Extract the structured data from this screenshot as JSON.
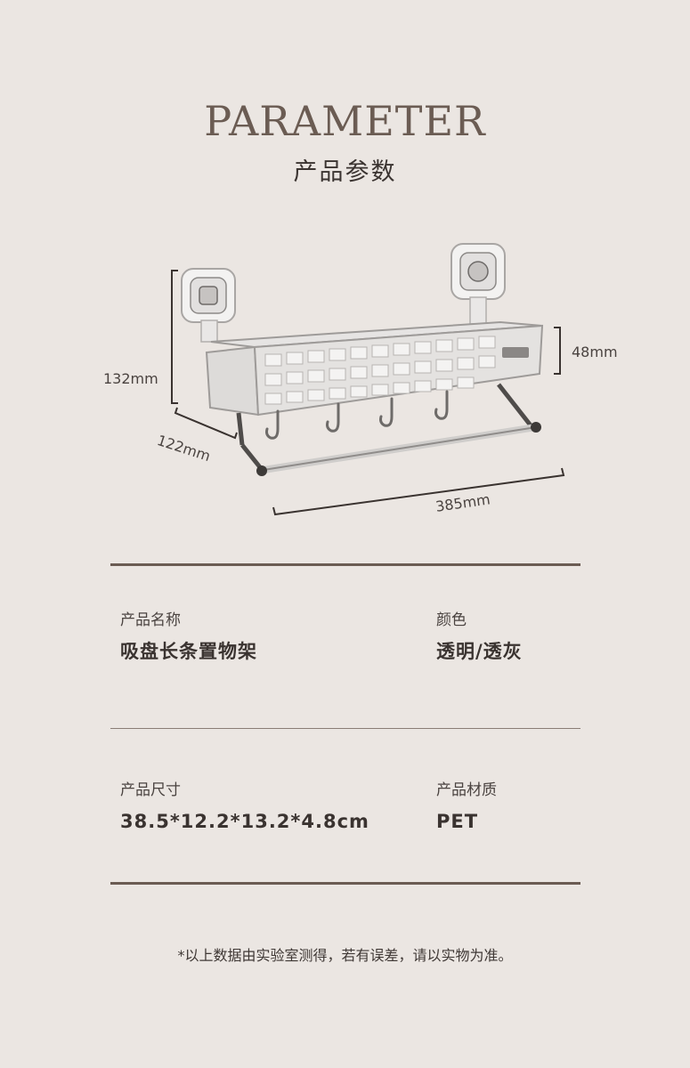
{
  "heading": {
    "english": "PARAMETER",
    "chinese": "产品参数"
  },
  "dimensions": {
    "height_total": "132mm",
    "basket_height": "48mm",
    "depth": "122mm",
    "length": "385mm"
  },
  "specs": {
    "name_label": "产品名称",
    "name_value": "吸盘长条置物架",
    "color_label": "颜色",
    "color_value": "透明/透灰",
    "size_label": "产品尺寸",
    "size_value": "38.5*12.2*13.2*4.8cm",
    "material_label": "产品材质",
    "material_value": "PET"
  },
  "footnote": "*以上数据由实验室测得，若有误差，请以实物为准。",
  "colors": {
    "background": "#ebe6e2",
    "accent": "#6b5c53",
    "text": "#3a3330"
  }
}
